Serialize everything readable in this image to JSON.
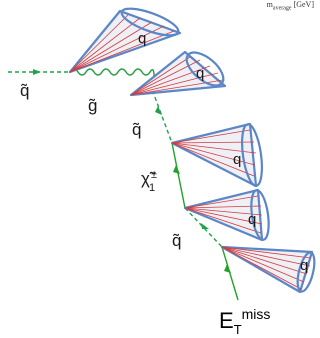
{
  "corner_label": {
    "m": "m",
    "sub": "average",
    "unit": "[GeV]"
  },
  "particles": {
    "squark_in": "q̃",
    "gluino": "g̃",
    "squark_mid": "q̃",
    "chargino": "χ̃",
    "chargino_sup": "±",
    "chargino_sub": "1",
    "squark_low": "q̃"
  },
  "jets": [
    "q",
    "q",
    "q",
    "q",
    "q"
  ],
  "met": {
    "base": "E",
    "sub": "T",
    "sup": "miss"
  },
  "colors": {
    "squark_line": "#1fa34a",
    "gluino_line": "#1f9c3a",
    "chargino_line": "#23a12b",
    "cone_fill": "#eef0f6",
    "cone_stroke": "#5b86c7",
    "jet_track": "#d63a3a"
  }
}
